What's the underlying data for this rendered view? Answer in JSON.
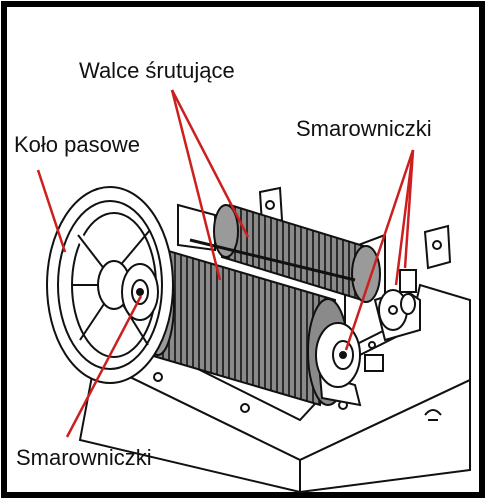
{
  "labels": {
    "rollers": "Walce śrutujące",
    "pulley": "Koło pasowe",
    "lubricators_right": "Smarowniczki",
    "lubricators_left": "Smarowniczki"
  },
  "colors": {
    "callout_line": "#cc1f1f",
    "outline": "#111111",
    "frame": "#000000"
  }
}
